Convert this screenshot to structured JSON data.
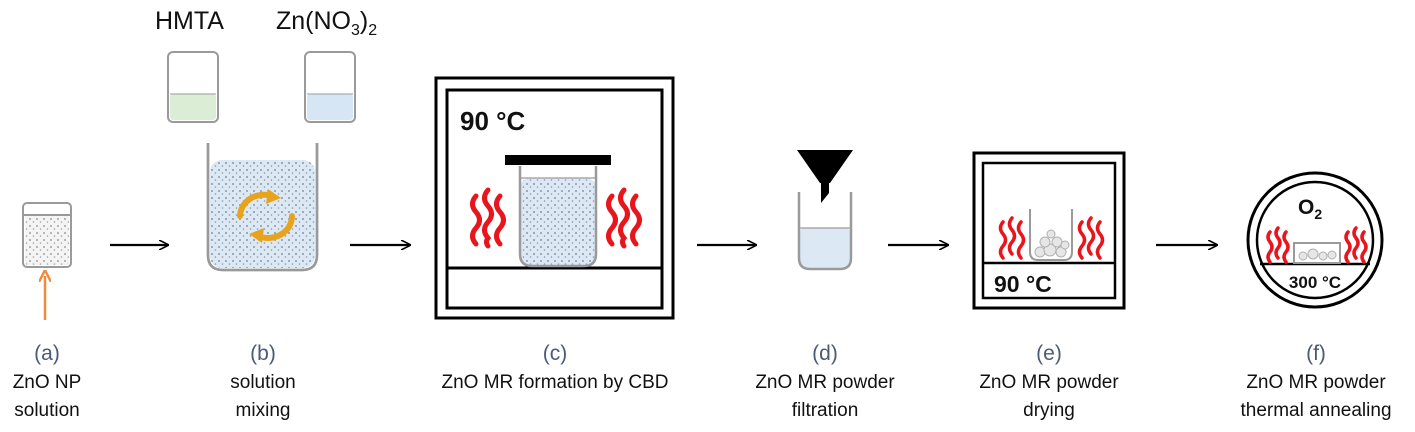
{
  "reagents": {
    "hmta": "HMTA",
    "zinc_nitrate_base": "Zn(NO",
    "zinc_nitrate_sub3": "3",
    "zinc_nitrate_close": ")",
    "zinc_nitrate_sub2": "2"
  },
  "steps": [
    {
      "letter": "(a)",
      "caption_line1": "ZnO NP",
      "caption_line2": "solution"
    },
    {
      "letter": "(b)",
      "caption_line1": "solution",
      "caption_line2": "mixing"
    },
    {
      "letter": "(c)",
      "caption_line1": "ZnO MR formation by CBD",
      "caption_line2": ""
    },
    {
      "letter": "(d)",
      "caption_line1": "ZnO MR powder",
      "caption_line2": "filtration"
    },
    {
      "letter": "(e)",
      "caption_line1": "ZnO MR powder",
      "caption_line2": "drying"
    },
    {
      "letter": "(f)",
      "caption_line1": "ZnO MR powder",
      "caption_line2": "thermal annealing"
    }
  ],
  "temperatures": {
    "cbd_oven": "90 °C",
    "drying_oven": "90 °C",
    "annealing_furnace": "300 °C"
  },
  "atmosphere": {
    "base": "O",
    "subscript": "2"
  },
  "colors": {
    "heat": "#e8161c",
    "solution": "#dce8f4",
    "hmta_fill": "#dcedd5",
    "zinc_fill": "#d6e6f5",
    "stir_arrow": "#e8a31c",
    "input_arrow": "#f08a3c",
    "label": "#4a5a78"
  }
}
